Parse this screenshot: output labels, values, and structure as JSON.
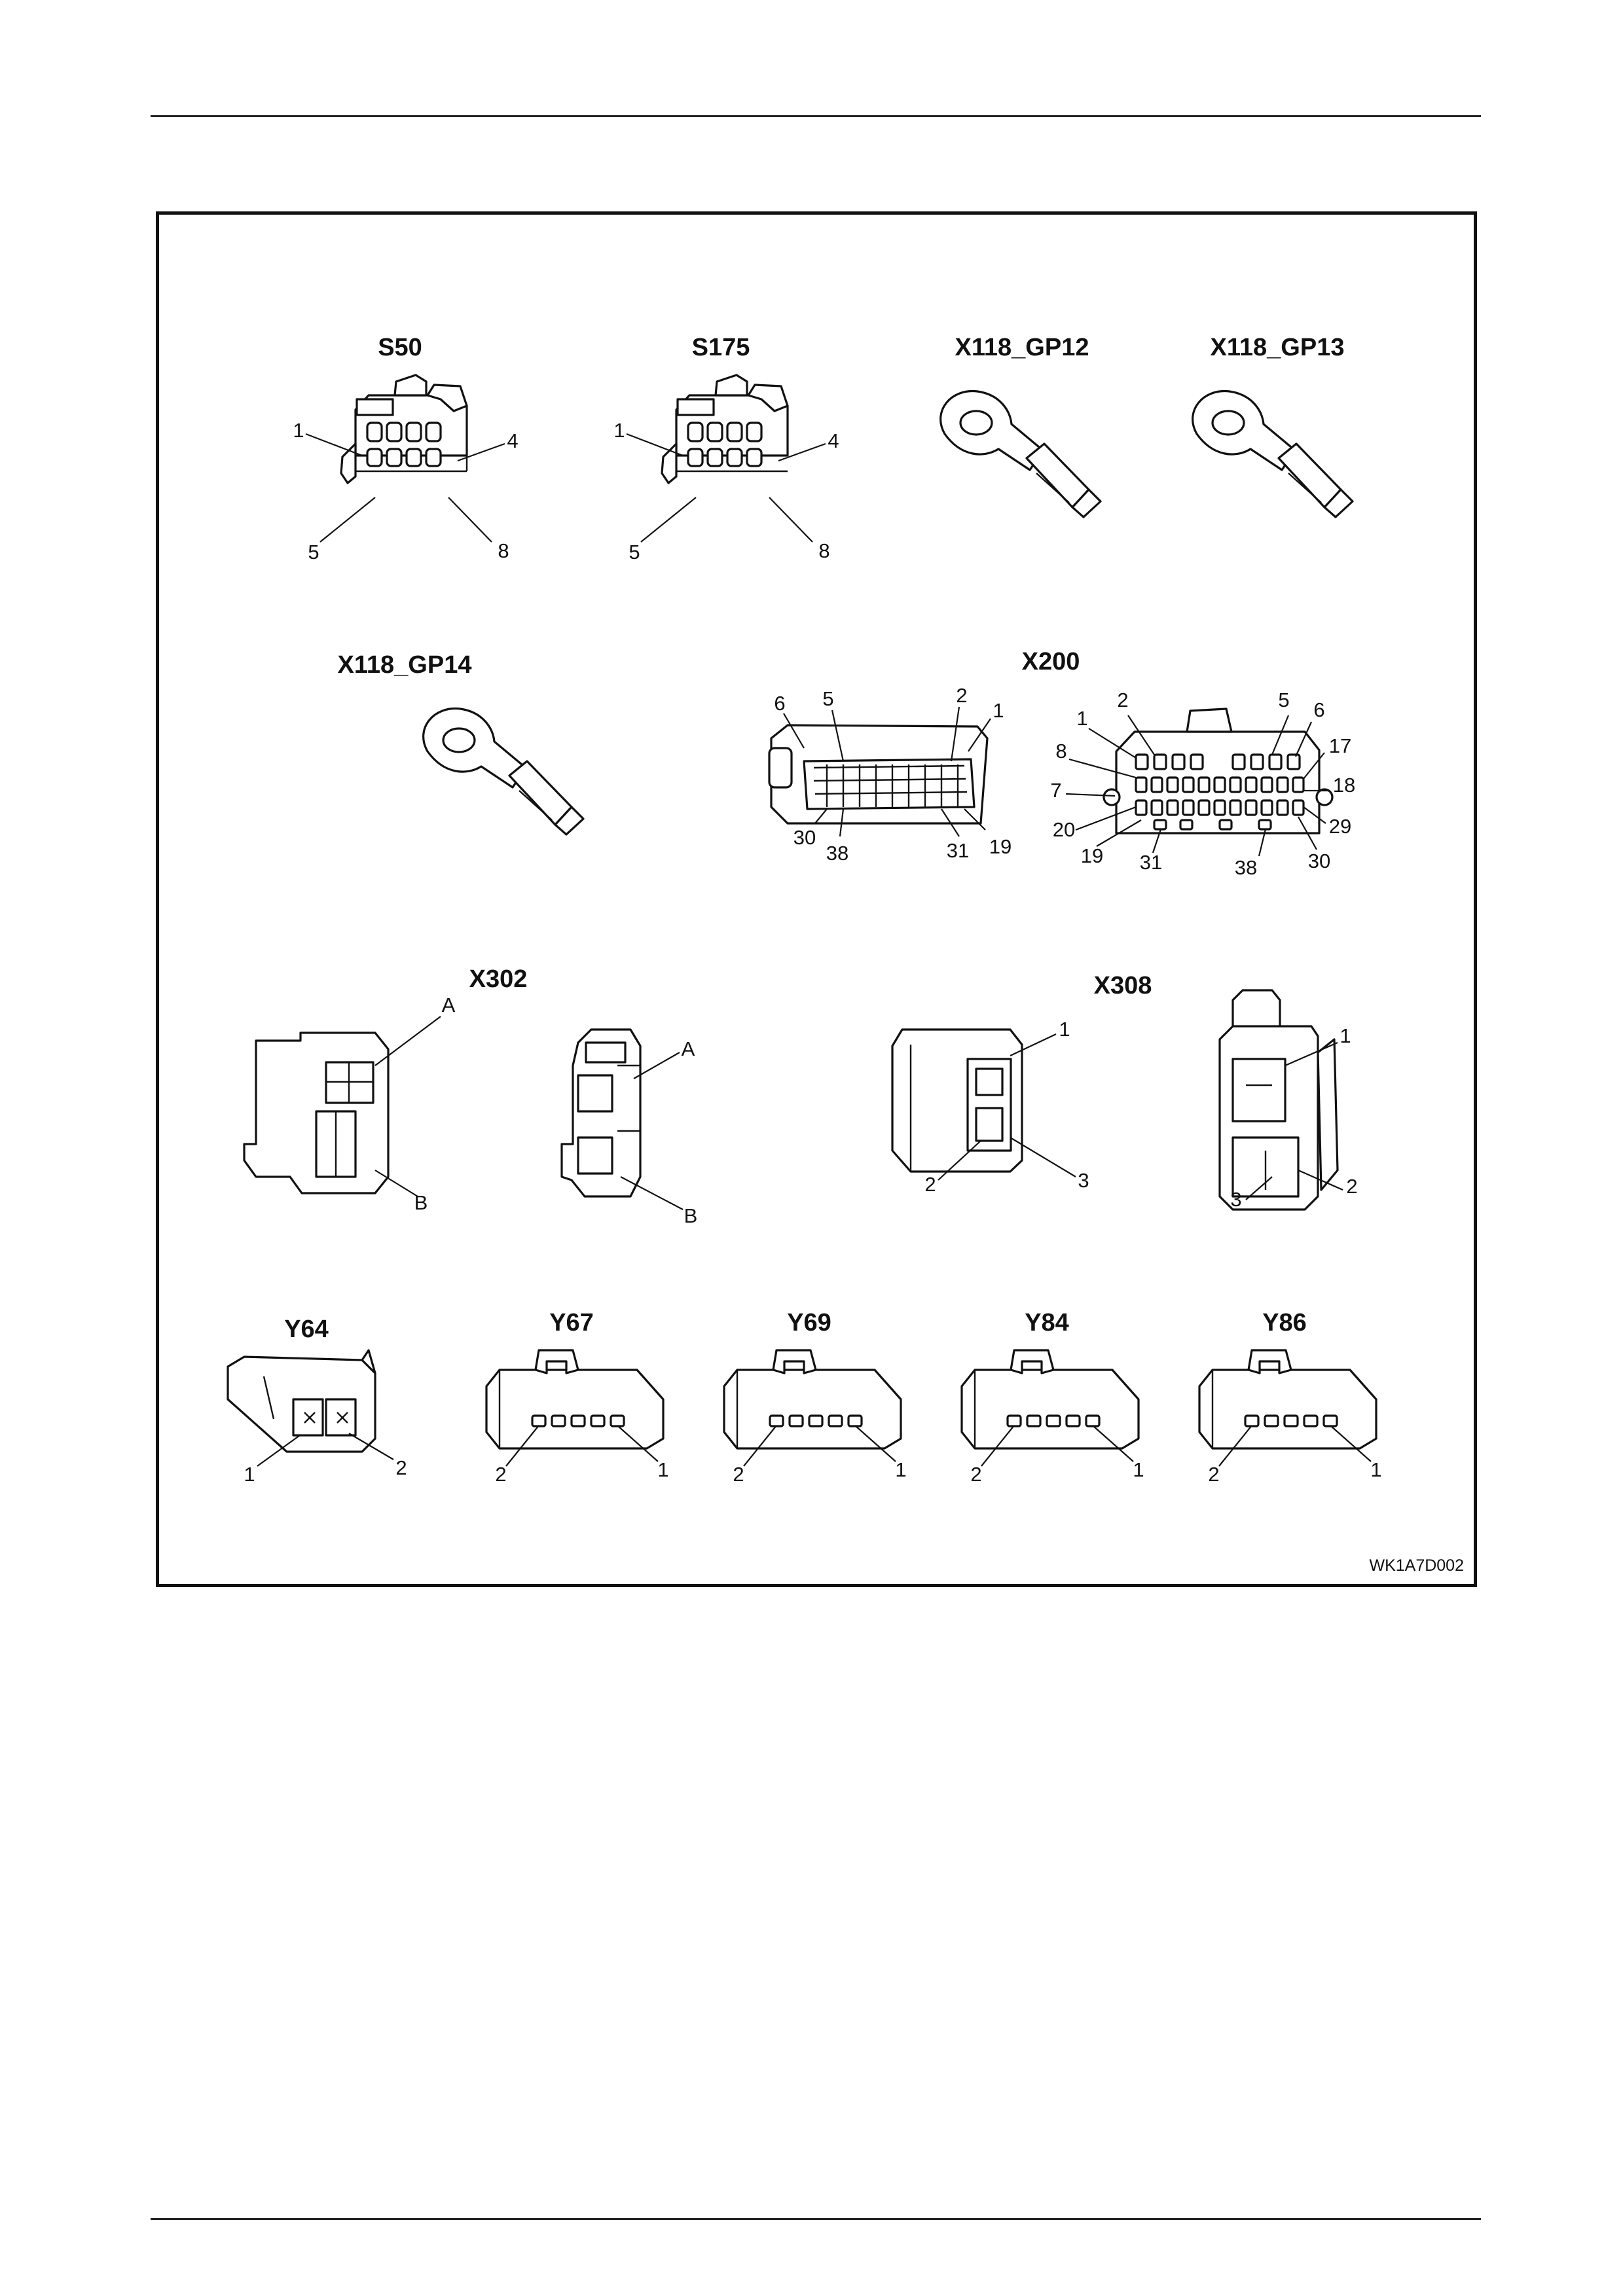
{
  "figure_ref": "WK1A7D002",
  "connectors": [
    {
      "id": "s50",
      "title": "S50",
      "pins": [
        "1",
        "4",
        "5",
        "8"
      ]
    },
    {
      "id": "s175",
      "title": "S175",
      "pins": [
        "1",
        "4",
        "5",
        "8"
      ]
    },
    {
      "id": "x118-gp12",
      "title": "X118_GP12",
      "pins": []
    },
    {
      "id": "x118-gp13",
      "title": "X118_GP13",
      "pins": []
    },
    {
      "id": "x118-gp14",
      "title": "X118_GP14",
      "pins": []
    },
    {
      "id": "x200",
      "title": "X200",
      "views": [
        {
          "pins": [
            "6",
            "5",
            "2",
            "1",
            "30",
            "38",
            "31",
            "19"
          ]
        },
        {
          "pins": [
            "2",
            "5",
            "6",
            "1",
            "8",
            "17",
            "7",
            "18",
            "20",
            "29",
            "19",
            "31",
            "38",
            "30"
          ]
        }
      ]
    },
    {
      "id": "x302",
      "title": "X302",
      "views": [
        {
          "pins": [
            "A",
            "B"
          ]
        },
        {
          "pins": [
            "A",
            "B"
          ]
        }
      ]
    },
    {
      "id": "x308",
      "title": "X308",
      "views": [
        {
          "pins": [
            "1",
            "2",
            "3"
          ]
        },
        {
          "pins": [
            "1",
            "3",
            "2"
          ]
        }
      ]
    },
    {
      "id": "y64",
      "title": "Y64",
      "pins": [
        "1",
        "2"
      ]
    },
    {
      "id": "y67",
      "title": "Y67",
      "pins": [
        "2",
        "1"
      ]
    },
    {
      "id": "y69",
      "title": "Y69",
      "pins": [
        "2",
        "1"
      ]
    },
    {
      "id": "y84",
      "title": "Y84",
      "pins": [
        "2",
        "1"
      ]
    },
    {
      "id": "y86",
      "title": "Y86",
      "pins": [
        "2",
        "1"
      ]
    }
  ]
}
